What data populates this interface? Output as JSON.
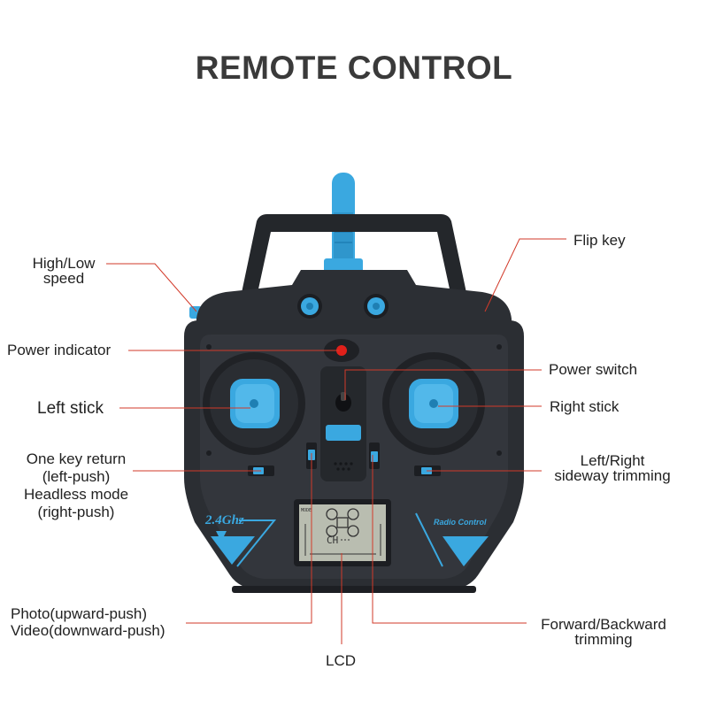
{
  "title": "REMOTE CONTROL",
  "labels": {
    "high_low_speed": [
      "High/Low",
      "speed"
    ],
    "power_indicator": "Power indicator",
    "left_stick": "Left stick",
    "one_key_return": [
      "One key return",
      "(left-push)",
      "Headless mode",
      "(right-push)"
    ],
    "photo_video": [
      "Photo(upward-push)",
      "Video(downward-push)"
    ],
    "lcd": "LCD",
    "flip_key": "Flip key",
    "power_switch": "Power switch",
    "right_stick": "Right stick",
    "sideway_trimming": [
      "Left/Right",
      "sideway trimming"
    ],
    "forward_backward_trimming": [
      "Forward/Backward",
      "trimming"
    ]
  },
  "device_text": {
    "band": "2.4Ghz",
    "brand": "Radio Control",
    "lcd_mode": "MODE",
    "lcd_ch": "CH"
  },
  "colors": {
    "accent_blue": "#3aa8e0",
    "body": "#2b2e33",
    "leader_line": "#d23a2a",
    "indicator": "#e0201a",
    "lcd_screen": "#b9bdb0"
  }
}
